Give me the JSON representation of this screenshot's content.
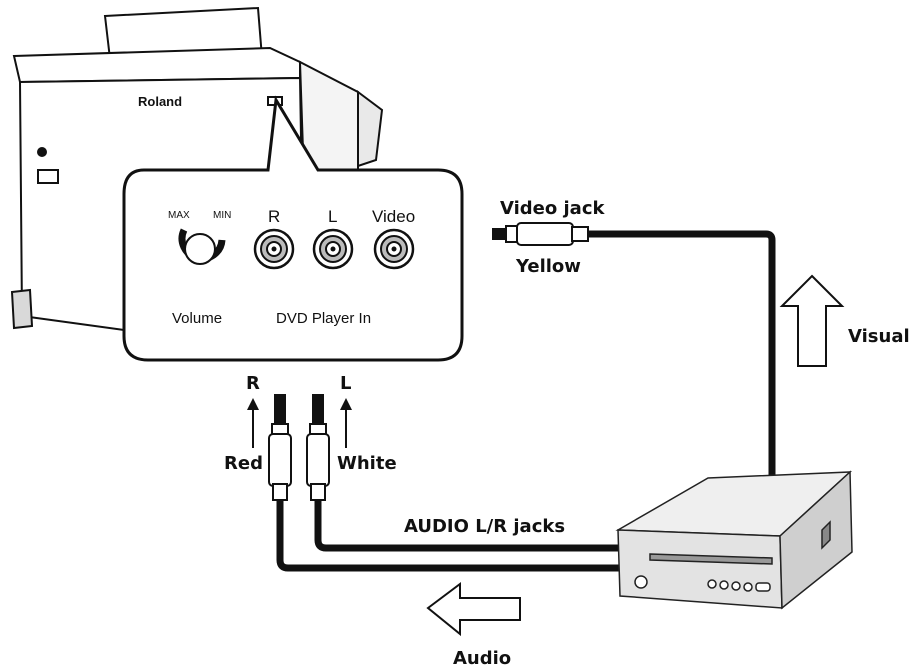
{
  "piano": {
    "brand": "Roland"
  },
  "panel": {
    "knob_max": "MAX",
    "knob_min": "MIN",
    "jack_r": "R",
    "jack_l": "L",
    "jack_video": "Video",
    "volume_label": "Volume",
    "dvd_in_label": "DVD Player In"
  },
  "connections": {
    "video_jack_label": "Video jack",
    "video_color": "Yellow",
    "visual_label": "Visual",
    "r_label": "R",
    "l_label": "L",
    "red_label": "Red",
    "white_label": "White",
    "audio_jacks_label": "AUDIO L/R jacks",
    "audio_label": "Audio"
  },
  "colors": {
    "line": "#111111",
    "panel_bg": "#ffffff",
    "device_body": "#e6e6e6",
    "device_shadow": "#bdbdbd"
  }
}
